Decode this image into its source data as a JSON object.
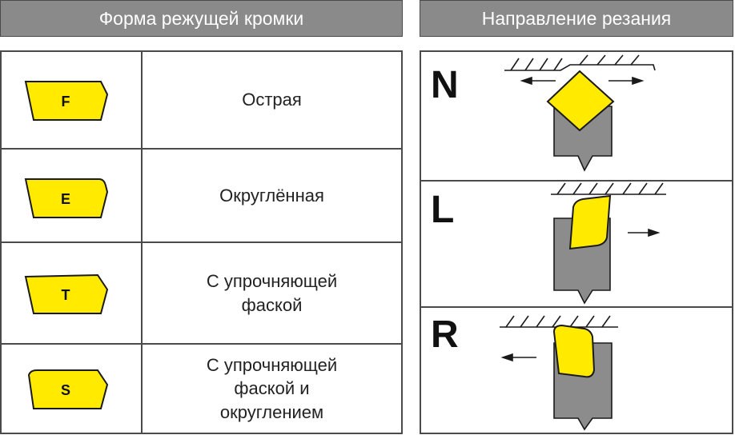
{
  "headers": {
    "left": "Форма режущей кромки",
    "right": "Направление резания"
  },
  "edge_shapes": [
    {
      "code": "F",
      "label": "Острая"
    },
    {
      "code": "E",
      "label": "Округлённая"
    },
    {
      "code": "T",
      "label": "С упрочняющей\nфаской"
    },
    {
      "code": "S",
      "label": "С упрочняющей\nфаской и\nокруглением"
    }
  ],
  "directions": [
    {
      "code": "N"
    },
    {
      "code": "L"
    },
    {
      "code": "R"
    }
  ],
  "colors": {
    "insert_yellow": "#ffea00",
    "header_gray": "#8a8a8a",
    "tool_gray": "#8c8c8c",
    "line_dark": "#1a1a1a"
  }
}
